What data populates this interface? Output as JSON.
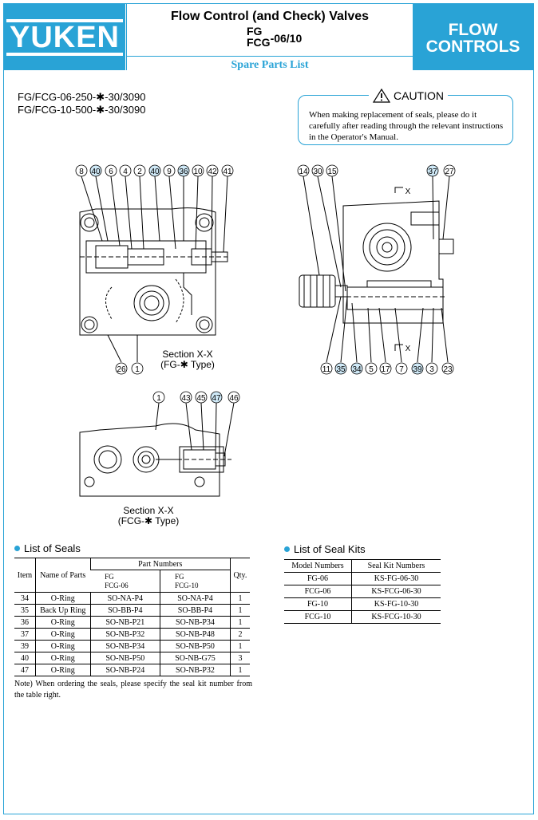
{
  "header": {
    "logo": "YUKEN",
    "title": "Flow Control (and Check) Valves",
    "model_line1": "FG",
    "model_line2": "FCG",
    "model_suffix": "-06/10",
    "subtitle": "Spare Parts List",
    "side_line1": "FLOW",
    "side_line2": "CONTROLS"
  },
  "models": [
    "FG/FCG-06-250-✱-30/3090",
    "FG/FCG-10-500-✱-30/3090"
  ],
  "caution": {
    "title": "CAUTION",
    "text": "When making replacement of seals, please do it carefully after reading through the relevant instructions in the Operator's Manual."
  },
  "drawing1": {
    "top_callouts": [
      "8",
      "40",
      "6",
      "4",
      "2",
      "40",
      "9",
      "36",
      "10",
      "42",
      "41"
    ],
    "bottom_callouts": [
      "26",
      "1"
    ],
    "label_line1": "Section X-X",
    "label_line2": "(FG-✱ Type)"
  },
  "drawing2": {
    "top_callouts": [
      "14",
      "30",
      "15",
      "37",
      "27"
    ],
    "bottom_callouts": [
      "11",
      "35",
      "34",
      "5",
      "17",
      "7",
      "39",
      "3",
      "23"
    ],
    "section_marks": [
      "X",
      "X"
    ]
  },
  "drawing3": {
    "top_callouts": [
      "1",
      "43",
      "45",
      "47",
      "46"
    ],
    "label_line1": "Section X-X",
    "label_line2": "(FCG-✱ Type)"
  },
  "highlighted_callouts": [
    "40",
    "36",
    "37",
    "35",
    "34",
    "39",
    "47"
  ],
  "seals": {
    "heading": "List of Seals",
    "col_item": "Item",
    "col_name": "Name of Parts",
    "col_pn": "Part Numbers",
    "col_fg": "FG",
    "col_fcg": "FCG",
    "col_06": "-06",
    "col_10": "-10",
    "col_qty": "Qty.",
    "rows": [
      [
        "34",
        "O-Ring",
        "SO-NA-P4",
        "SO-NA-P4",
        "1"
      ],
      [
        "35",
        "Back Up Ring",
        "SO-BB-P4",
        "SO-BB-P4",
        "1"
      ],
      [
        "36",
        "O-Ring",
        "SO-NB-P21",
        "SO-NB-P34",
        "1"
      ],
      [
        "37",
        "O-Ring",
        "SO-NB-P32",
        "SO-NB-P48",
        "2"
      ],
      [
        "39",
        "O-Ring",
        "SO-NB-P34",
        "SO-NB-P50",
        "1"
      ],
      [
        "40",
        "O-Ring",
        "SO-NB-P50",
        "SO-NB-G75",
        "3"
      ],
      [
        "47",
        "O-Ring",
        "SO-NB-P24",
        "SO-NB-P32",
        "1"
      ]
    ],
    "note": "Note) When ordering the seals, please specify the seal kit number from the table right."
  },
  "kits": {
    "heading": "List of Seal Kits",
    "col_model": "Model Numbers",
    "col_kit": "Seal Kit Numbers",
    "rows": [
      [
        "FG-06",
        "KS-FG-06-30"
      ],
      [
        "FCG-06",
        "KS-FCG-06-30"
      ],
      [
        "FG-10",
        "KS-FG-10-30"
      ],
      [
        "FCG-10",
        "KS-FCG-10-30"
      ]
    ]
  },
  "colors": {
    "accent": "#29a3d6",
    "line": "#000000"
  }
}
